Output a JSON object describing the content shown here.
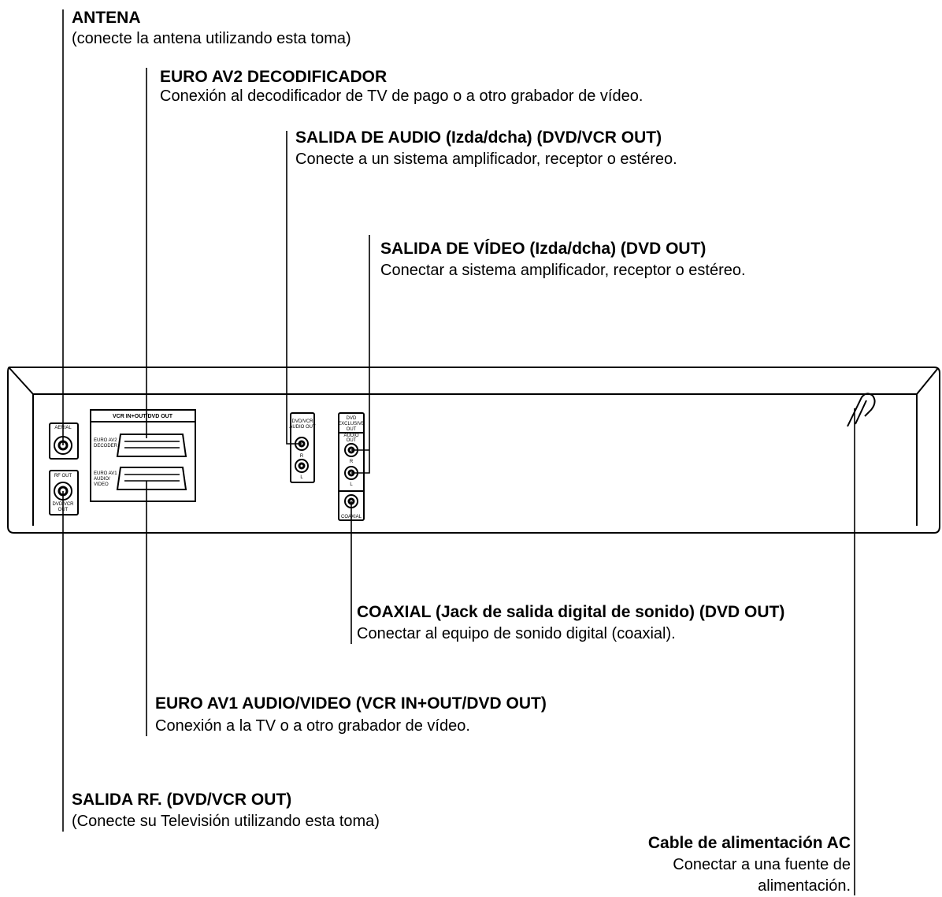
{
  "callouts": {
    "antena": {
      "title": "ANTENA",
      "desc": "(conecte la antena  utilizando esta toma)"
    },
    "euro_av2": {
      "title": "EURO AV2 DECODIFICADOR",
      "desc": "Conexión al decodificador de TV de pago o a otro grabador de vídeo."
    },
    "salida_audio": {
      "title": "SALIDA DE AUDIO (Izda/dcha) (DVD/VCR OUT)",
      "desc": "Conecte a un sistema amplificador, receptor o estéreo."
    },
    "salida_video": {
      "title": "SALIDA DE VÍDEO (Izda/dcha) (DVD OUT)",
      "desc": "Conectar a sistema amplificador, receptor o estéreo."
    },
    "coaxial": {
      "title": "COAXIAL (Jack de salida digital de sonido) (DVD OUT)",
      "desc": "Conectar al equipo de sonido digital (coaxial)."
    },
    "euro_av1": {
      "title": "EURO AV1 AUDIO/VIDEO (VCR IN+OUT/DVD OUT)",
      "desc": "Conexión a la TV o a otro grabador de vídeo."
    },
    "salida_rf": {
      "title": "SALIDA RF. (DVD/VCR OUT)",
      "desc": "(Conecte su Televisión utilizando esta toma)"
    },
    "cable_ac": {
      "title": "Cable de alimentación AC",
      "desc_line1": "Conectar a una fuente de",
      "desc_line2": "alimentación."
    }
  },
  "panel": {
    "aerial": "AERIAL",
    "rf_out": "RF OUT",
    "dvd_vcr_out_1": "DVD/VCR",
    "dvd_vcr_out_2": "OUT",
    "scart_header": "VCR IN+OUT/DVD OUT",
    "euro_av2_1": "EURO AV2",
    "euro_av2_2": "DECODER",
    "euro_av1_1": "EURO AV1",
    "euro_av1_2": "AUDIO/",
    "euro_av1_3": "VIDEO",
    "audio_out_1": "DVD/VCR",
    "audio_out_2": "AUDIO OUT",
    "r": "R",
    "l": "L",
    "dvd_exclusive_1": "DVD",
    "dvd_exclusive_2": "EXCLUSIVE",
    "dvd_exclusive_3": "OUT",
    "audio_out_b1": "AUDIO",
    "audio_out_b2": "OUT",
    "coaxial": "COAXIAL"
  }
}
